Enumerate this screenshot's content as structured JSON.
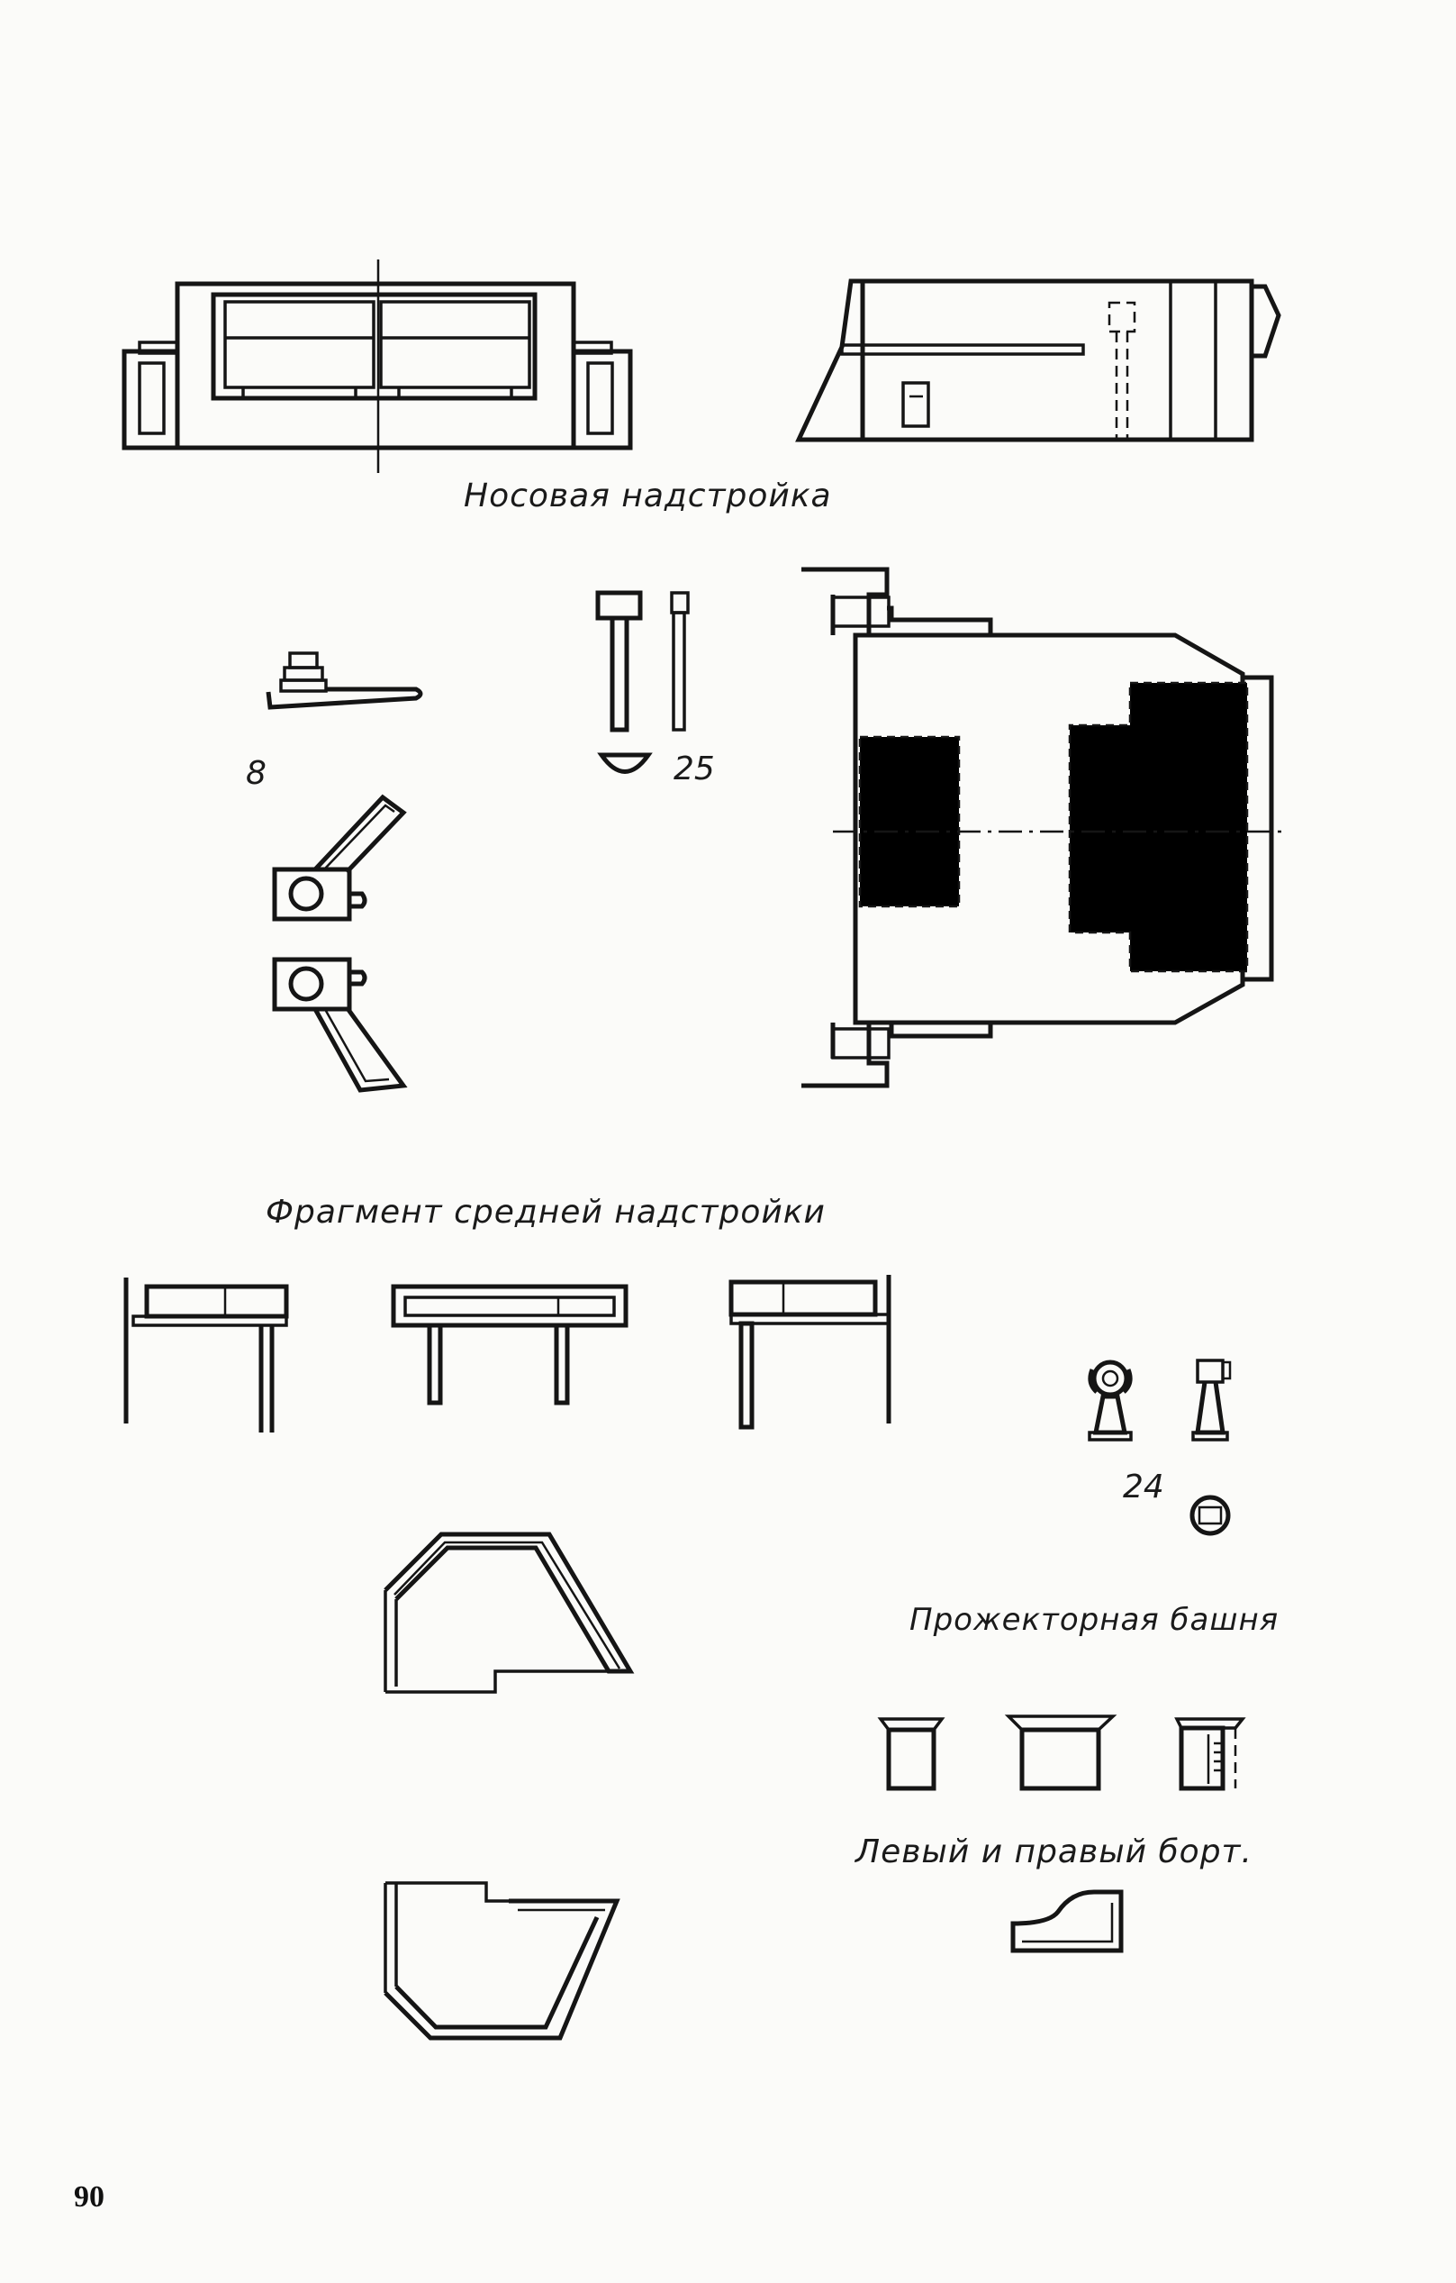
{
  "labels": {
    "bow_superstructure": "Носовая надстройка",
    "mid_superstructure_fragment": "Фрагмент средней надстройки",
    "searchlight_tower": "Прожекторная башня",
    "left_right_sides": "Левый и правый борт."
  },
  "part_numbers": {
    "p8": "8",
    "p25": "25",
    "p24": "24"
  },
  "page_number": "90",
  "colors": {
    "ink": "#151515",
    "paper": "#fbfbf9"
  }
}
